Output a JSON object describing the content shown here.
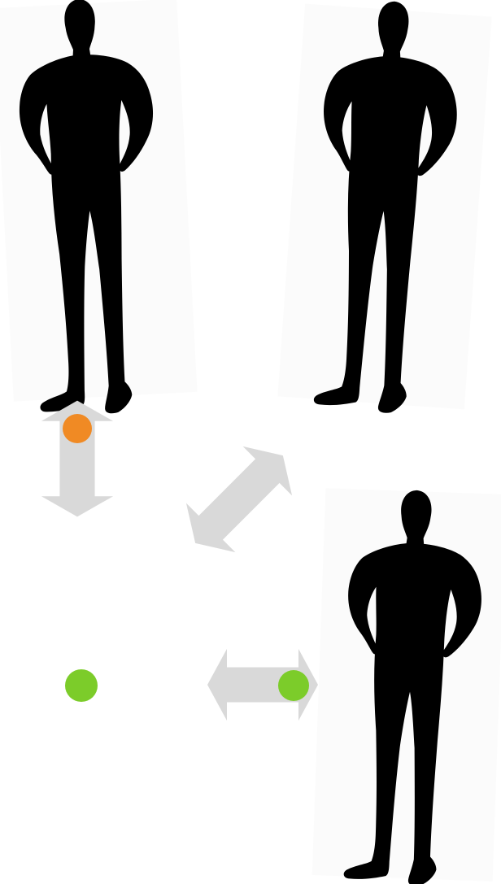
{
  "colors": {
    "background": "#ffffff",
    "card": "#fbfbfb",
    "silhouette": "#000000",
    "arrow": "#d9d9d9",
    "marker_orange": "#f08a24",
    "marker_green": "#7ccc2a"
  },
  "figures": [
    {
      "name": "person-silhouette-top-left",
      "icon": "standing-man-silhouette"
    },
    {
      "name": "person-silhouette-top-right",
      "icon": "standing-man-silhouette"
    },
    {
      "name": "person-silhouette-bottom-right",
      "icon": "standing-man-silhouette"
    }
  ],
  "arrows": [
    {
      "name": "vertical-double-arrow",
      "direction": "vertical"
    },
    {
      "name": "diagonal-double-arrow",
      "direction": "diagonal"
    },
    {
      "name": "horizontal-double-arrow",
      "direction": "horizontal"
    }
  ],
  "markers": [
    {
      "name": "orange-dot",
      "color": "orange"
    },
    {
      "name": "green-dot-left",
      "color": "green"
    },
    {
      "name": "green-dot-right",
      "color": "green"
    }
  ]
}
